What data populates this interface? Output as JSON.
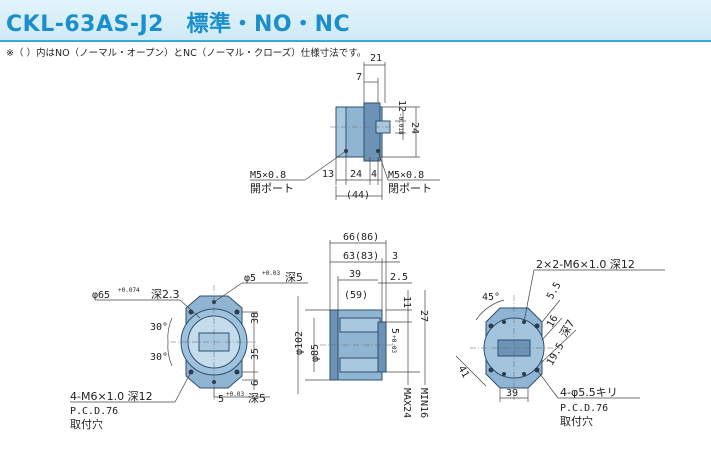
{
  "title": "CKL-63AS-J2　標準・NO・NC",
  "note": "※（ ）内はNO（ノーマル・オープン）とNC（ノーマル・クローズ）仕様寸法です。",
  "top_view": {
    "dim_21": "21",
    "dim_7": "7",
    "dim_12": "12",
    "dim_12_tol": "-0.018",
    "dim_12_tol_top": "0",
    "dim_24_right": "24",
    "dim_13": "13",
    "dim_24_bottom": "24",
    "dim_4": "4",
    "dim_44": "(44)",
    "port_left": "M5×0.8",
    "port_left_label": "開ポート",
    "port_right": "M5×0.8",
    "port_right_label": "閉ポート"
  },
  "front_view": {
    "dia_65": "φ65",
    "dia_65_tol": "+0.074",
    "dia_65_tol_b": "0",
    "dia_65_depth": "深2.3",
    "dia_5": "φ5",
    "dia_5_tol": "+0.03",
    "dia_5_tol_b": "0",
    "dia_5_depth": "深5",
    "angle_30a": "30°",
    "angle_30b": "30°",
    "dim_38": "38",
    "dim_35": "35",
    "dim_6": "6",
    "dim_5bottom": "5",
    "dim_5bottom_tol": "+0.03",
    "dim_5bottom_depth": "深5",
    "mount": "4-M6×1.0 深12",
    "pcd": "P.C.D.76",
    "mount_label": "取付穴"
  },
  "side_view": {
    "dim_66": "66(86)",
    "dim_63": "63(83)",
    "dim_3": "3",
    "dim_39": "39",
    "dim_59": "(59)",
    "dim_2_5": "2.5",
    "dim_11": "11",
    "dim_27": "27",
    "dim_5": "5",
    "dim_5_tol": "+0.03",
    "dia_102": "φ102",
    "dia_85": "φ85",
    "max": "MAX24",
    "min": "MIN16"
  },
  "rear_view": {
    "mount": "2×2-M6×1.0 深12",
    "angle_45": "45°",
    "dim_5_5": "5.5",
    "dim_16": "16",
    "depth_7": "深7",
    "dim_19_5": "19.5",
    "dim_41": "41",
    "dim_39": "39",
    "holes": "4-φ5.5キリ",
    "pcd": "P.C.D.76",
    "mount_label": "取付穴"
  }
}
